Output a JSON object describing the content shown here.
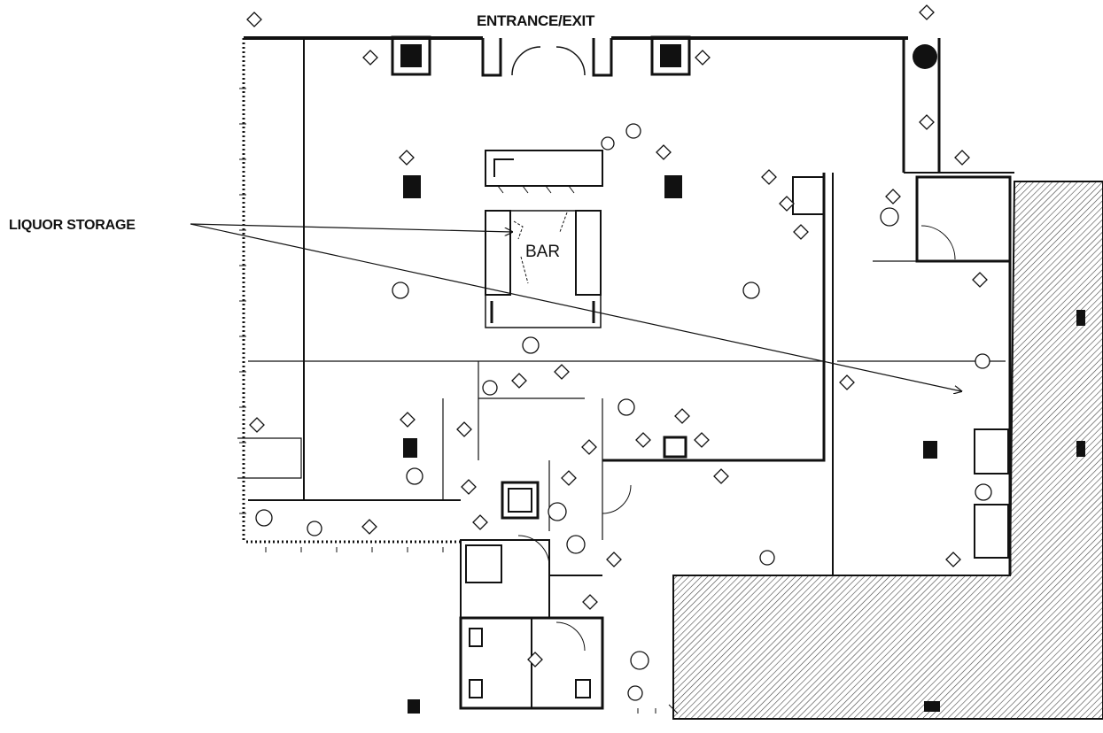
{
  "labels": {
    "entrance": "ENTRANCE/EXIT",
    "liquor_storage": "LIQUOR STORAGE",
    "bar": "BAR"
  },
  "colors": {
    "ink": "#111111",
    "hatch": "#444444",
    "background": "#ffffff"
  }
}
